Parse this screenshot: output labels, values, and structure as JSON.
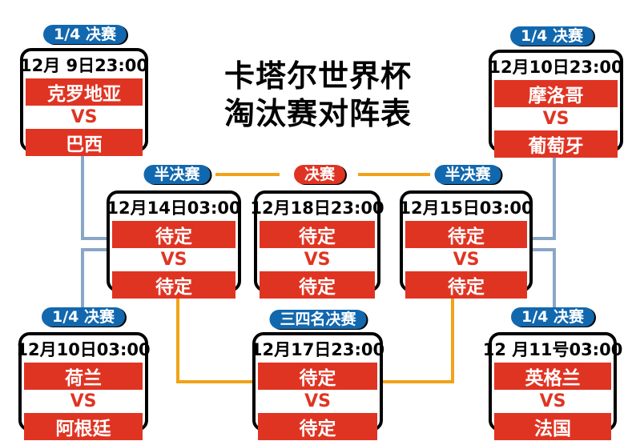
{
  "title": {
    "line1": "卡塔尔世界杯",
    "line2": "淘汰赛对阵表"
  },
  "colors": {
    "team_bar_red": "#e03423",
    "badge_blue": "#1268ae",
    "badge_final_red": "#e03423",
    "connector_orange": "#f0a318",
    "connector_blue": "#8aa6c6",
    "card_border": "#000000",
    "background": "#ffffff"
  },
  "matches": {
    "qf1": {
      "stage": "1/4 决赛",
      "badge_color": "#1268ae",
      "datetime": "12月 9日23:00",
      "team1": "克罗地亚",
      "vs": "VS",
      "team2": "巴西"
    },
    "qf2": {
      "stage": "1/4 决赛",
      "badge_color": "#1268ae",
      "datetime": "12月10日23:00",
      "team1": "摩洛哥",
      "vs": "VS",
      "team2": "葡萄牙"
    },
    "sf1": {
      "stage": "半决赛",
      "badge_color": "#1268ae",
      "datetime": "12月14日03:00",
      "team1": "待定",
      "vs": "VS",
      "team2": "待定"
    },
    "final": {
      "stage": "决赛",
      "badge_color": "#e03423",
      "datetime": "12月18日23:00",
      "team1": "待定",
      "vs": "VS",
      "team2": "待定"
    },
    "sf2": {
      "stage": "半决赛",
      "badge_color": "#1268ae",
      "datetime": "12月15日03:00",
      "team1": "待定",
      "vs": "VS",
      "team2": "待定"
    },
    "qf3": {
      "stage": "1/4 决赛",
      "badge_color": "#1268ae",
      "datetime": "12月10日03:00",
      "team1": "荷兰",
      "vs": "VS",
      "team2": "阿根廷"
    },
    "third": {
      "stage": "三四名决赛",
      "badge_color": "#1268ae",
      "datetime": "12月17日23:00",
      "team1": "待定",
      "vs": "VS",
      "team2": "待定"
    },
    "qf4": {
      "stage": "1/4 决赛",
      "badge_color": "#1268ae",
      "datetime": "12 月11号03:00",
      "team1": "英格兰",
      "vs": "VS",
      "team2": "法国"
    }
  }
}
